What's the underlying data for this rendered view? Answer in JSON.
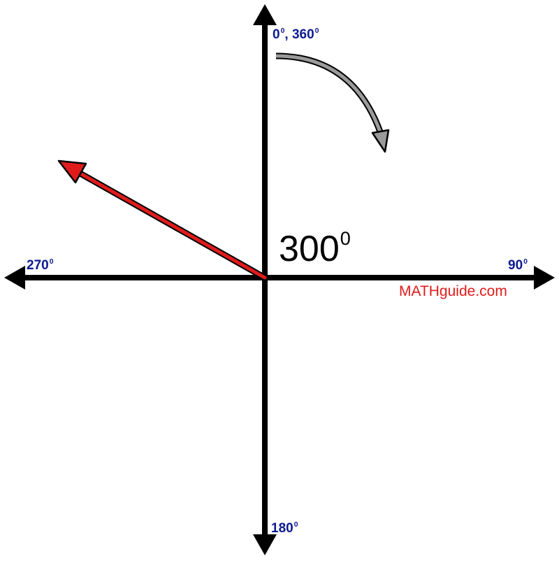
{
  "diagram": {
    "colors": {
      "axes": "#000000",
      "axis_labels": "#0d1a8f",
      "terminal_ray": "#e01b1b",
      "rotation_arrow": "#9a9a9a",
      "watermark": "#e01b1b"
    },
    "labels": {
      "top": {
        "value": "0",
        "sup1": "0",
        "sep": ", ",
        "value2": "360",
        "sup2": "0"
      },
      "right": {
        "value": "90",
        "sup": "0"
      },
      "bottom": {
        "value": "180",
        "sup": "0"
      },
      "left": {
        "value": "270",
        "sup": "0"
      }
    },
    "angle": {
      "value": "300",
      "sup": "0"
    },
    "watermark": "MATHguide.com"
  }
}
